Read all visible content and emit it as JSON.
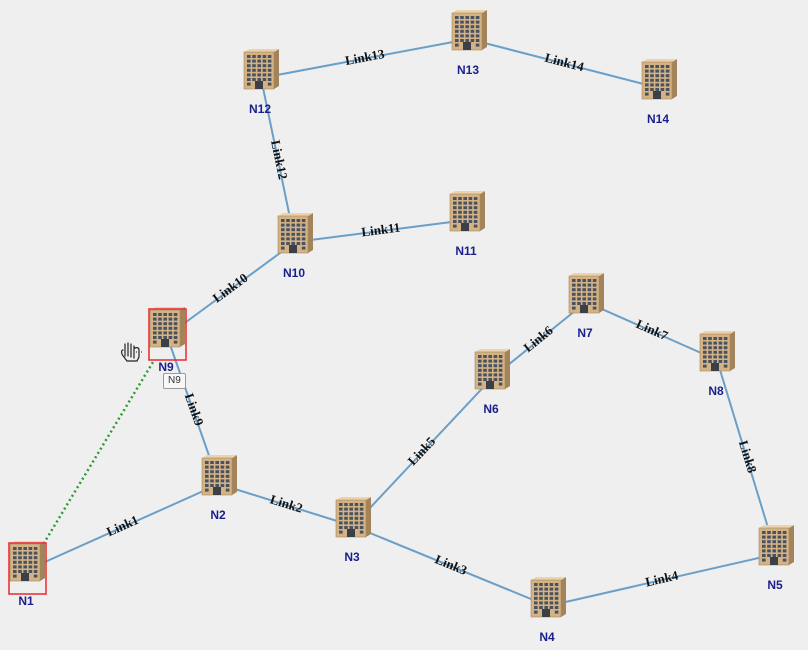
{
  "colors": {
    "background": "#efefef",
    "link": "#6a9fc8",
    "pending_link": "#2e9a2e",
    "selection": "#e8343a",
    "node_label": "#1a1f8c"
  },
  "nodes": [
    {
      "id": "N1",
      "label": "N1",
      "icon": "building-icon",
      "selected": true
    },
    {
      "id": "N2",
      "label": "N2",
      "icon": "building-icon"
    },
    {
      "id": "N3",
      "label": "N3",
      "icon": "building-icon"
    },
    {
      "id": "N4",
      "label": "N4",
      "icon": "building-icon"
    },
    {
      "id": "N5",
      "label": "N5",
      "icon": "building-icon"
    },
    {
      "id": "N6",
      "label": "N6",
      "icon": "building-icon"
    },
    {
      "id": "N7",
      "label": "N7",
      "icon": "building-icon"
    },
    {
      "id": "N8",
      "label": "N8",
      "icon": "building-icon"
    },
    {
      "id": "N9",
      "label": "N9",
      "icon": "building-icon",
      "selected": true
    },
    {
      "id": "N10",
      "label": "N10",
      "icon": "building-icon"
    },
    {
      "id": "N11",
      "label": "N11",
      "icon": "building-icon"
    },
    {
      "id": "N12",
      "label": "N12",
      "icon": "building-icon"
    },
    {
      "id": "N13",
      "label": "N13",
      "icon": "building-icon"
    },
    {
      "id": "N14",
      "label": "N14",
      "icon": "building-icon"
    }
  ],
  "links": [
    {
      "label": "Link1",
      "from": "N1",
      "to": "N2"
    },
    {
      "label": "Link2",
      "from": "N2",
      "to": "N3"
    },
    {
      "label": "Link3",
      "from": "N3",
      "to": "N4"
    },
    {
      "label": "Link4",
      "from": "N4",
      "to": "N5"
    },
    {
      "label": "Link5",
      "from": "N3",
      "to": "N6"
    },
    {
      "label": "Link6",
      "from": "N6",
      "to": "N7"
    },
    {
      "label": "Link7",
      "from": "N7",
      "to": "N8"
    },
    {
      "label": "Link8",
      "from": "N8",
      "to": "N5"
    },
    {
      "label": "Link9",
      "from": "N9",
      "to": "N2"
    },
    {
      "label": "Link10",
      "from": "N9",
      "to": "N10"
    },
    {
      "label": "Link11",
      "from": "N10",
      "to": "N11"
    },
    {
      "label": "Link12",
      "from": "N12",
      "to": "N10"
    },
    {
      "label": "Link13",
      "from": "N12",
      "to": "N13"
    },
    {
      "label": "Link14",
      "from": "N13",
      "to": "N14"
    }
  ],
  "pending_link": {
    "from": "N1",
    "to": "N9"
  },
  "tooltip": {
    "text": "N9"
  },
  "cursor": {
    "icon": "hand-pointer-icon"
  }
}
